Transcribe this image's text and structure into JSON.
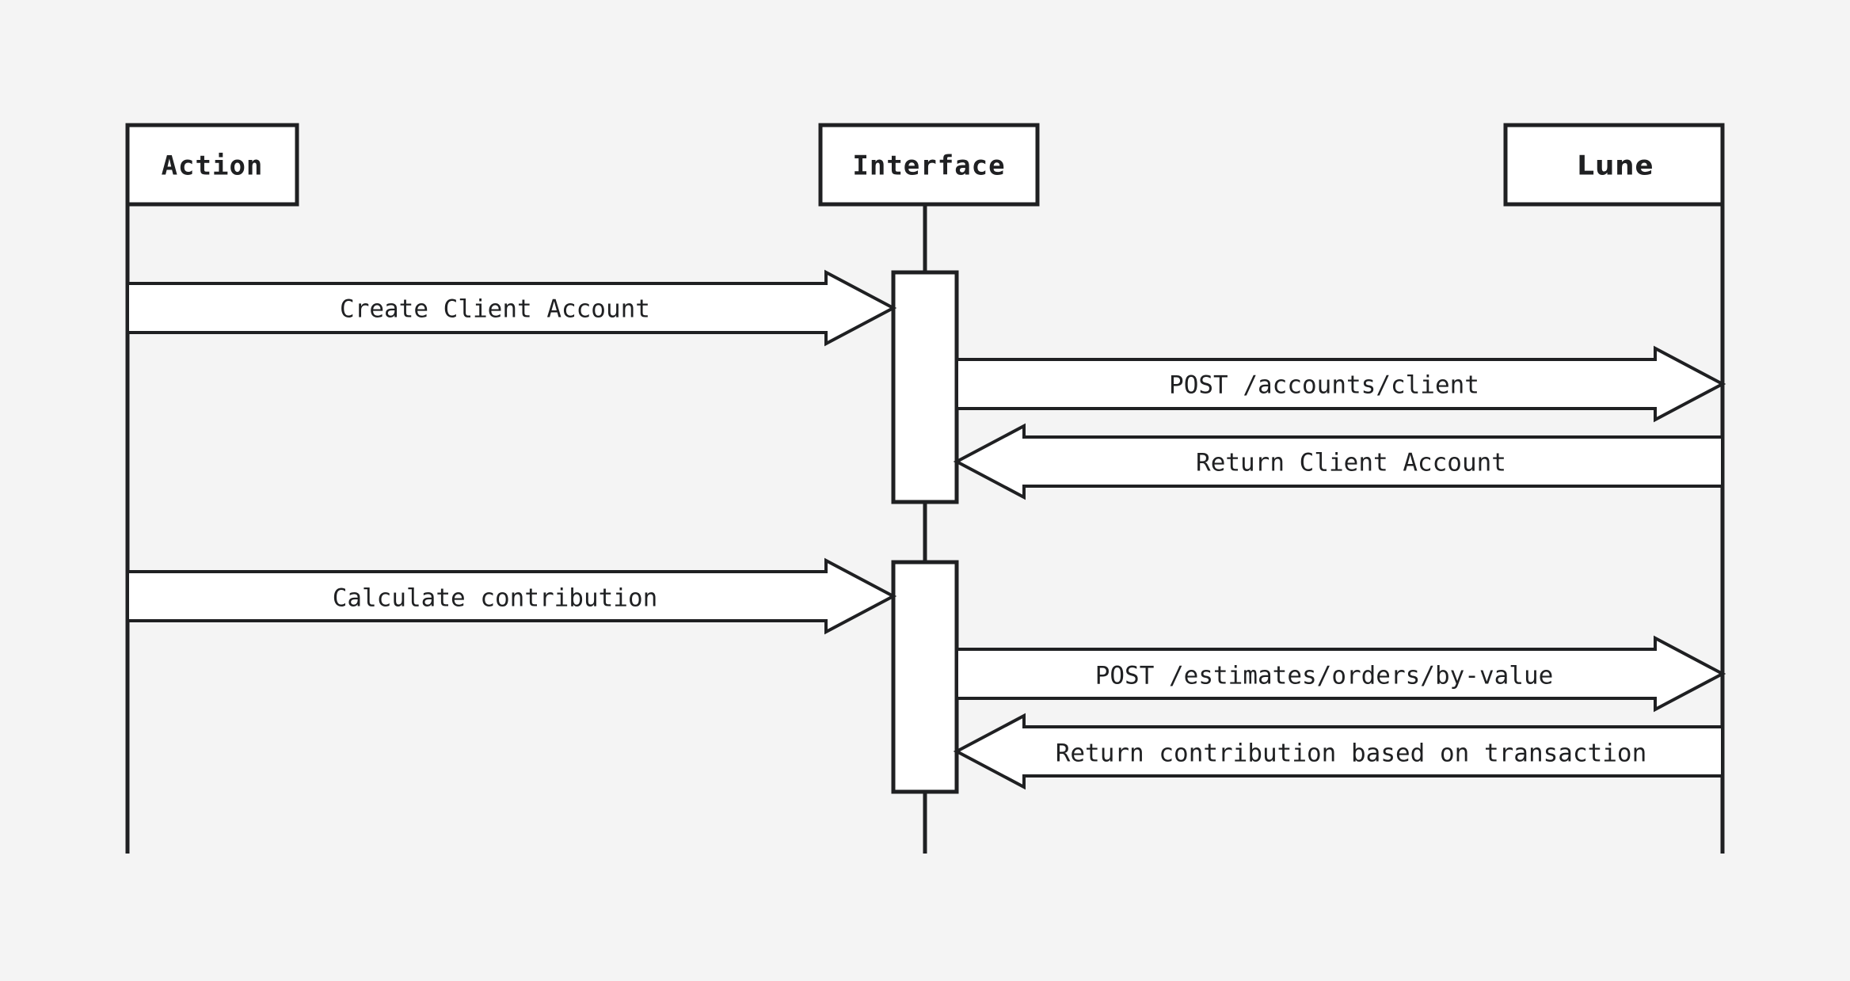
{
  "diagram": {
    "type": "sequence-diagram",
    "background_color": "#f4f4f4",
    "line_color": "#1f2022",
    "fill_color": "#ffffff",
    "participants": [
      {
        "id": "action",
        "label": "Action",
        "font": "mono"
      },
      {
        "id": "interface",
        "label": "Interface",
        "font": "mono"
      },
      {
        "id": "lune",
        "label": "Lune",
        "font": "sans"
      }
    ],
    "messages": [
      {
        "id": "msg-create-client-account",
        "label": "Create Client Account",
        "from": "action",
        "to": "interface",
        "direction": "right"
      },
      {
        "id": "msg-post-accounts-client",
        "label": "POST /accounts/client",
        "from": "interface",
        "to": "lune",
        "direction": "right"
      },
      {
        "id": "msg-return-client-account",
        "label": "Return Client Account",
        "from": "lune",
        "to": "interface",
        "direction": "left"
      },
      {
        "id": "msg-calculate-contribution",
        "label": "Calculate contribution",
        "from": "action",
        "to": "interface",
        "direction": "right"
      },
      {
        "id": "msg-post-estimates-orders-by-value",
        "label": "POST /estimates/orders/by-value",
        "from": "interface",
        "to": "lune",
        "direction": "right"
      },
      {
        "id": "msg-return-contribution",
        "label": "Return contribution based on transaction",
        "from": "lune",
        "to": "interface",
        "direction": "left"
      }
    ]
  }
}
